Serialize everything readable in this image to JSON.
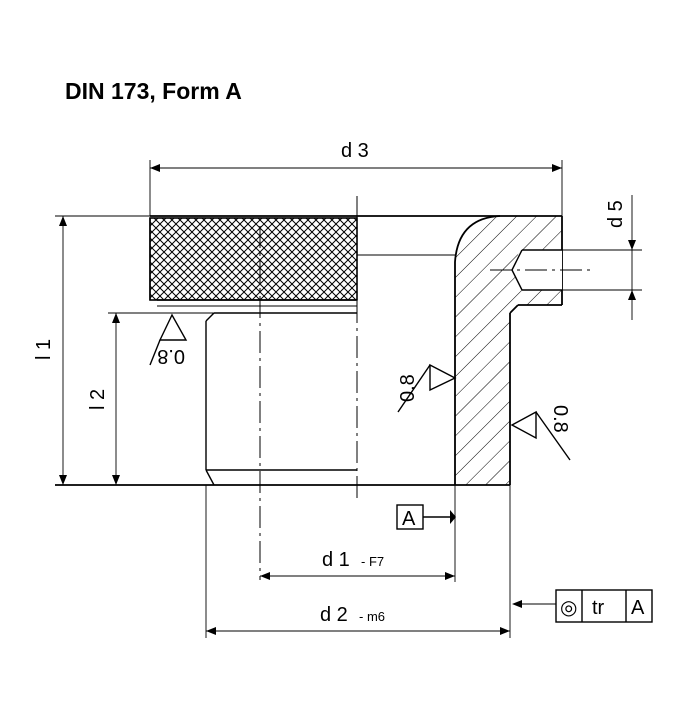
{
  "title": "DIN 173, Form A",
  "dimensions": {
    "d3": "d 3",
    "d5": "d 5",
    "l1": "l 1",
    "l2": "l 2",
    "d1": "d 1",
    "d1_tol": "- F7",
    "d2": "d 2",
    "d2_tol": "- m6"
  },
  "surface_finish": {
    "top_face": "0.8",
    "bore": "0.8",
    "outer": "0.8"
  },
  "datum": {
    "label": "A"
  },
  "tolerance_frame": {
    "symbol": "◎",
    "value": "tr",
    "datum": "A"
  }
}
